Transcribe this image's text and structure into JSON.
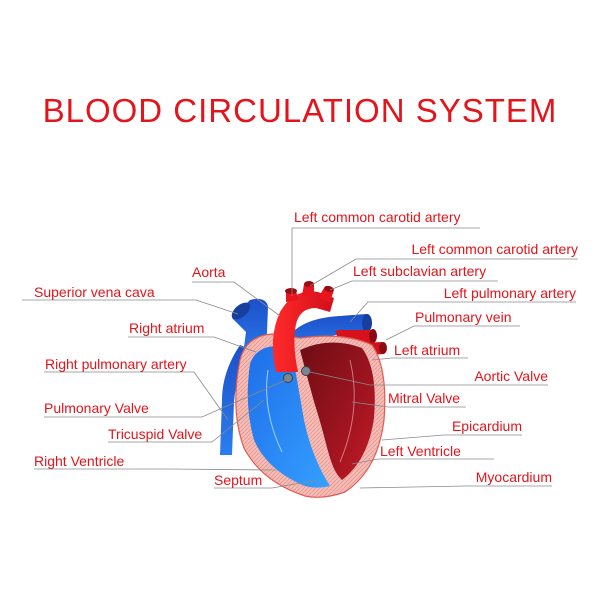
{
  "title": "BLOOD  CIRCULATION  SYSTEM",
  "colors": {
    "label": "#e3141b",
    "arterial": "#e8141e",
    "venous": "#1f5fd6",
    "myocardium": "#f2b3ae"
  },
  "labels": {
    "left_common_carotid_top": "Left common carotid artery",
    "left_common_carotid_2": "Left common carotid artery",
    "aorta": "Aorta",
    "left_subclavian": "Left subclavian artery",
    "superior_vena_cava": "Superior vena cava",
    "left_pulmonary_artery": "Left pulmonary artery",
    "right_atrium": "Right atrium",
    "pulmonary_vein": "Pulmonary vein",
    "left_atrium": "Left atrium",
    "right_pulmonary_artery": "Right pulmonary artery",
    "aortic_valve": "Aortic Valve",
    "mitral_valve": "Mitral Valve",
    "pulmonary_valve": "Pulmonary Valve",
    "epicardium": "Epicardium",
    "tricuspid_valve": "Tricuspid Valve",
    "left_ventricle": "Left Ventricle",
    "right_ventricle": "Right Ventricle",
    "septum": "Septum",
    "myocardium": "Myocardium"
  }
}
